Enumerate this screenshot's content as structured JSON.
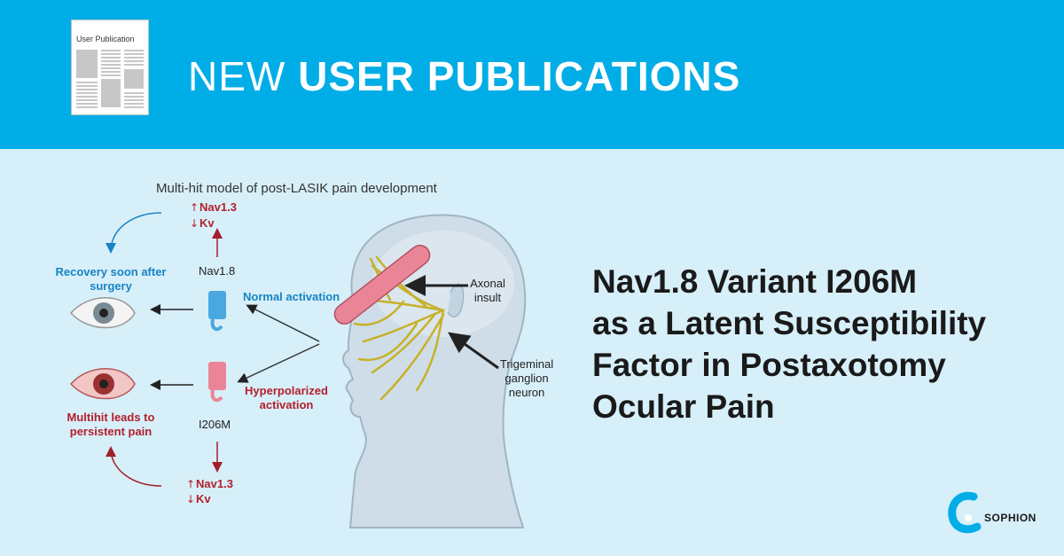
{
  "banner": {
    "icon": "newspaper-icon",
    "paper_label": "User Publication",
    "title_light": "NEW",
    "title_bold": "USER PUBLICATIONS"
  },
  "figure": {
    "title": "Multi-hit model of post-LASIK pain development",
    "top_up": "Nav1.3",
    "top_down": "Kv",
    "nav18": "Nav1.8",
    "recovery_line1": "Recovery soon after",
    "recovery_line2": "surgery",
    "normal_activation": "Normal activation",
    "axonal_line1": "Axonal",
    "axonal_line2": "insult",
    "trig_line1": "Trigeminal",
    "trig_line2": "ganglion",
    "trig_line3": "neuron",
    "hyper_line1": "Hyperpolarized",
    "hyper_line2": "activation",
    "multihit_line1": "Multihit leads to",
    "multihit_line2": "persistent pain",
    "i206m": "I206M",
    "bottom_up": "Nav1.3",
    "bottom_down": "Kv"
  },
  "headline": {
    "line1": "Nav1.8 Variant I206M",
    "line2": "as a Latent Susceptibility",
    "line3": "Factor in Postaxotomy",
    "line4": "Ocular Pain"
  },
  "logo": {
    "text": "SOPHION",
    "icon": "sophion-logo-icon"
  },
  "colors": {
    "banner": "#00ade6",
    "background": "#d7eff9",
    "blue_label": "#1784c5",
    "red_label": "#b3202c"
  }
}
